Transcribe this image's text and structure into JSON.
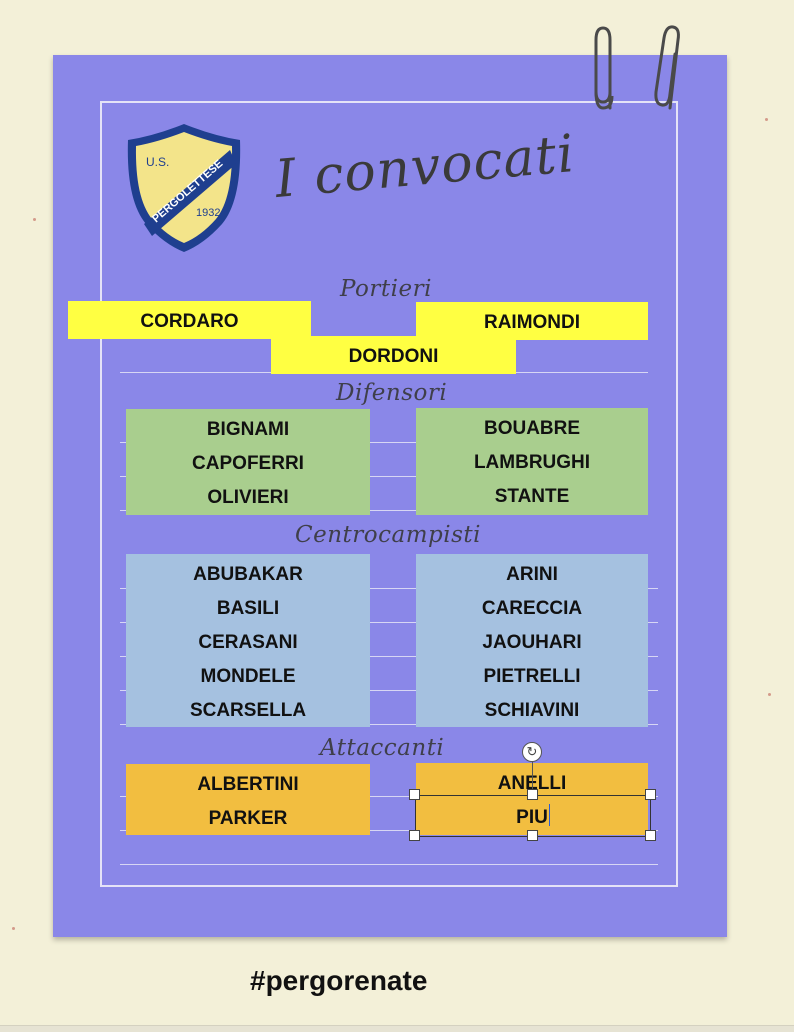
{
  "poster": {
    "title": "I convocati",
    "logo": {
      "text_top": "U.S.",
      "text_band": "PERGOLETTESE",
      "text_year": "1932"
    },
    "sections": {
      "portieri": "Portieri",
      "difensori": "Difensori",
      "centrocampisti": "Centrocampisti",
      "attaccanti": "Attaccanti"
    },
    "portieri": [
      "CORDARO",
      "RAIMONDI",
      "DORDONI"
    ],
    "difensori_left": [
      "BIGNAMI",
      "CAPOFERRI",
      "OLIVIERI"
    ],
    "difensori_right": [
      "BOUABRE",
      "LAMBRUGHI",
      "STANTE"
    ],
    "centrocampisti_left": [
      "ABUBAKAR",
      "BASILI",
      "CERASANI",
      "MONDELE",
      "SCARSELLA"
    ],
    "centrocampisti_right": [
      "ARINI",
      "CARECCIA",
      "JAOUHARI",
      "PIETRELLI",
      "SCHIAVINI"
    ],
    "attaccanti_left": [
      "ALBERTINI",
      "PARKER"
    ],
    "attaccanti_right": [
      "ANELLI",
      "PIU"
    ]
  },
  "footer": {
    "hashtag": "#pergorenate"
  },
  "colors": {
    "background": "#f3f0d8",
    "card": "#8a87e8",
    "portieri": "#ffff42",
    "difensori": "#a9ce8e",
    "centrocampisti": "#a5c1e0",
    "attaccanti": "#f2be40",
    "logo_blue": "#1f3f8f",
    "logo_gold": "#f3e48a"
  },
  "icons": {
    "paperclip": "paperclip-icon",
    "rotate": "rotate-handle-icon"
  }
}
